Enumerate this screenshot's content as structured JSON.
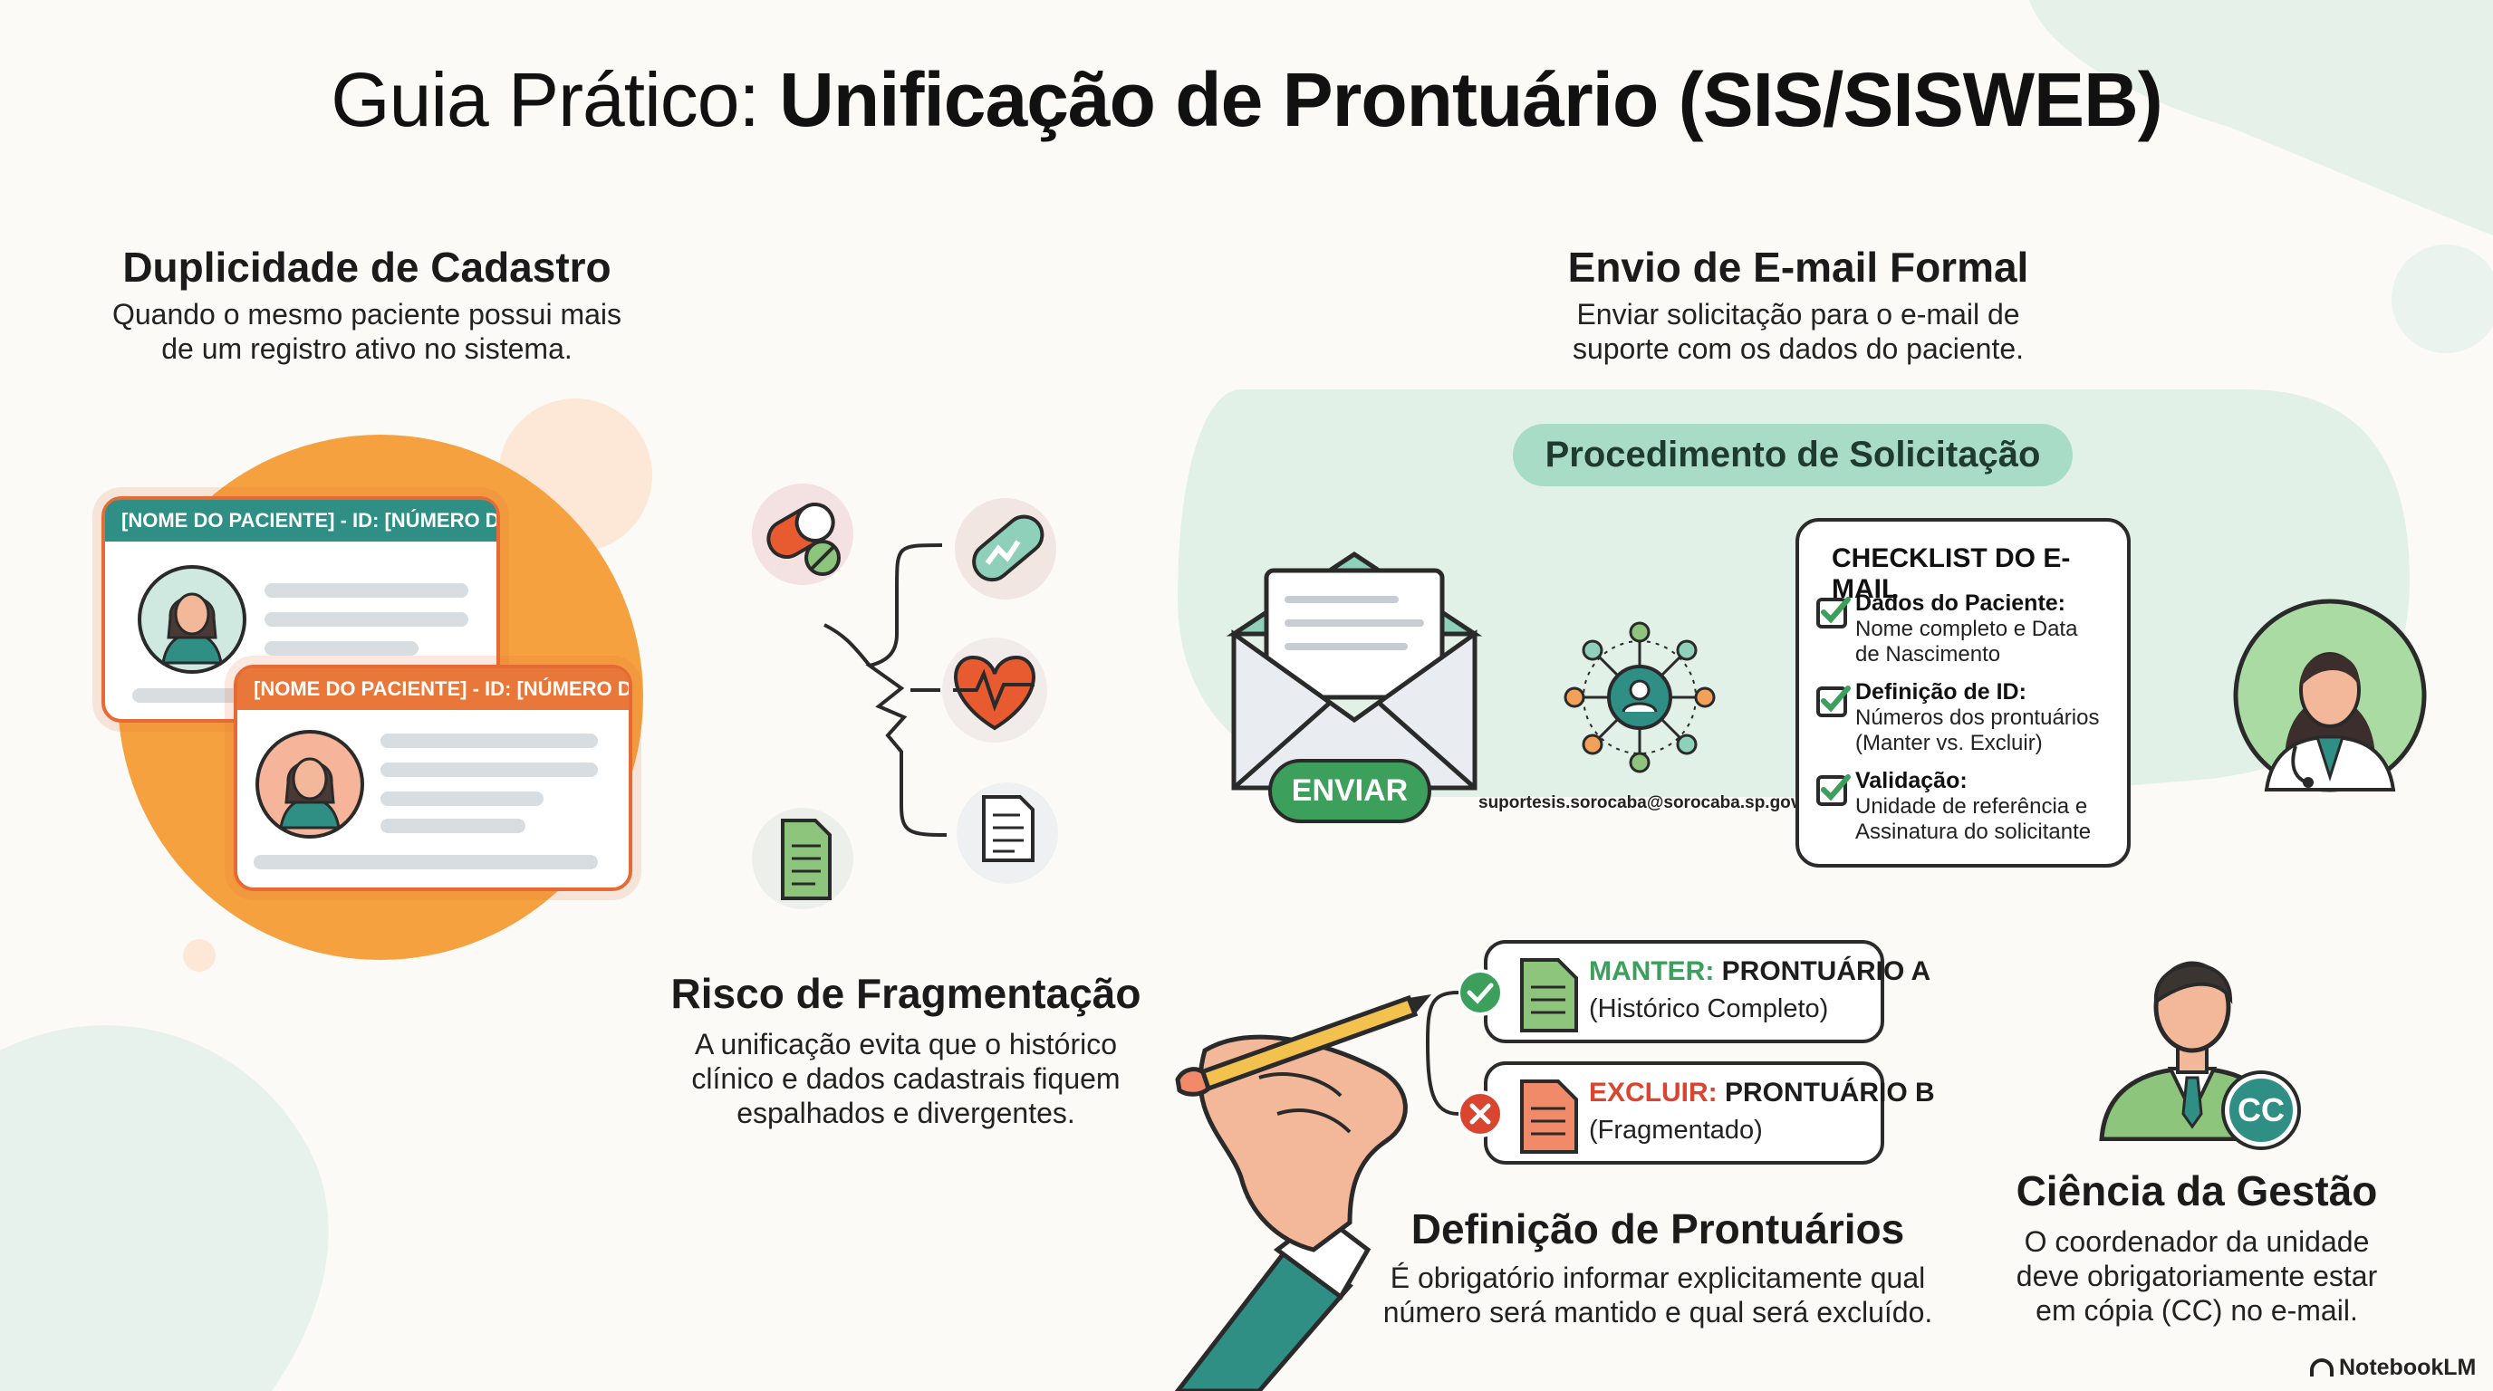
{
  "title": {
    "part1": "Guia Prático: ",
    "part2": "Unificação de Prontuário (SIS/SISWEB)"
  },
  "sections": {
    "duplicidade": {
      "heading": "Duplicidade de Cadastro",
      "desc_line1": "Quando o mesmo paciente possui mais",
      "desc_line2": "de um registro ativo no sistema.",
      "card1_bar": "[NOME DO PACIENTE] - ID: [NÚMERO DO ID]",
      "card2_bar": "[NOME DO PACIENTE] - ID: [NÚMERO DO ID]"
    },
    "fragmentacao": {
      "heading": "Risco de Fragmentação",
      "desc_line1": "A unificação evita que o histórico",
      "desc_line2": "clínico e dados cadastrais fiquem",
      "desc_line3": "espalhados e divergentes."
    },
    "email": {
      "heading": "Envio de E-mail Formal",
      "desc_line1": "Enviar solicitação para o e-mail de",
      "desc_line2": "suporte com os dados do paciente.",
      "procedure_pill": "Procedimento de Solicitação",
      "send_button": "ENVIAR",
      "address": "suportesis.sorocaba@sorocaba.sp.gov.br"
    },
    "checklist": {
      "title": "CHECKLIST DO E-MAIL",
      "items": [
        {
          "head": "Dados do Paciente:",
          "line1": "Nome completo e Data",
          "line2": "de Nascimento"
        },
        {
          "head": "Definição de ID:",
          "line1": "Números dos prontuários",
          "line2": "(Manter vs. Excluir)"
        },
        {
          "head": "Validação:",
          "line1": "Unidade de referência e",
          "line2": "Assinatura do solicitante"
        }
      ]
    },
    "definicao": {
      "keep_label": "MANTER:",
      "keep_record": " PRONTUÁRIO A",
      "keep_sub": "(Histórico Completo)",
      "drop_label": "EXCLUIR:",
      "drop_record": " PRONTUÁRIO B",
      "drop_sub": "(Fragmentado)",
      "heading": "Definição de Prontuários",
      "desc_line1": "É obrigatório informar explicitamente qual",
      "desc_line2": "número será mantido e qual será excluído."
    },
    "ciencia": {
      "badge": "CC",
      "heading": "Ciência da Gestão",
      "desc_line1": "O coordenador da unidade",
      "desc_line2": "deve obrigatoriamente estar",
      "desc_line3": "em cópia (CC) no e-mail."
    }
  },
  "footer": {
    "brand": "NotebookLM"
  },
  "colors": {
    "orange": "#e66a36",
    "teal": "#2f8f84",
    "green": "#3c9f5c",
    "mint": "#a9dcc6",
    "red": "#d9452f"
  }
}
